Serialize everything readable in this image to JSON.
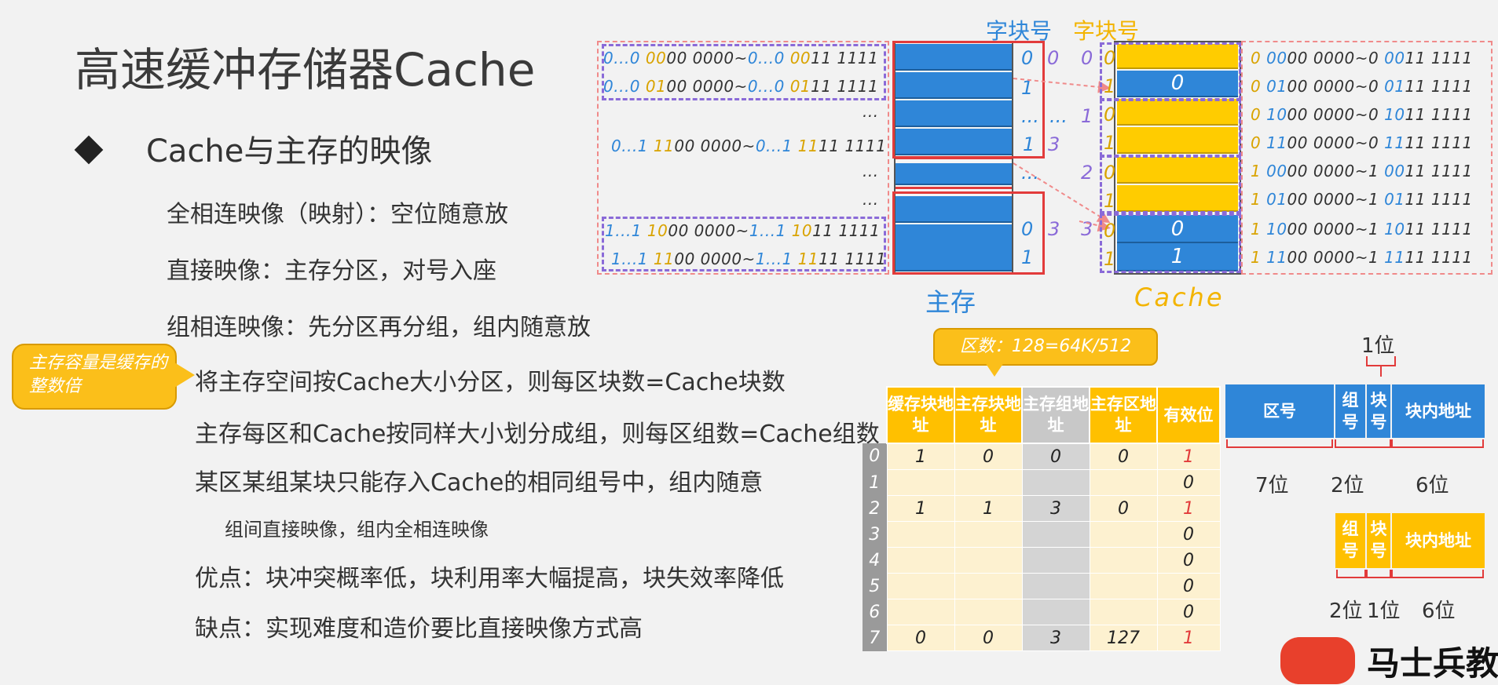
{
  "title": "高速缓冲存储器Cache",
  "bullet": "Cache与主存的映像",
  "lines": {
    "l1": "全相连映像（映射）：空位随意放",
    "l2": "直接映像：主存分区，对号入座",
    "l3": "组相连映像：先分区再分组，组内随意放",
    "l4": "将主存空间按Cache大小分区，则每区块数=Cache块数",
    "l5": "主存每区和Cache按同样大小划分成组，则每区组数=Cache组数",
    "l6": "某区某组某块只能存入Cache的相同组号中，组内随意",
    "l7": "组间直接映像，组内全相连映像",
    "l8": "优点：块冲突概率低，块利用率大幅提高，块失效率降低",
    "l9": "缺点：实现难度和造价要比直接映像方式高"
  },
  "callout": "主存容量是缓存的整数倍",
  "diagram": {
    "label_block_no_1": "字块号",
    "label_block_no_2": "字块号",
    "main_label": "主存",
    "cache_label": "Cache",
    "mem_addr": [
      {
        "a1": "0...0 ",
        "a2": "00",
        "a3": "00 0000~",
        "a4": "0...0 ",
        "a5": "00",
        "a6": "11 1111"
      },
      {
        "a1": "0...0 ",
        "a2": "01",
        "a3": "00 0000~",
        "a4": "0...0 ",
        "a5": "01",
        "a6": "11 1111"
      },
      {
        "a1": "0...1 ",
        "a2": "11",
        "a3": "00 0000~",
        "a4": "0...1 ",
        "a5": "11",
        "a6": "11 1111"
      },
      {
        "a1": "1...1 ",
        "a2": "10",
        "a3": "00 0000~",
        "a4": "1...1 ",
        "a5": "10",
        "a6": "11 1111"
      },
      {
        "a1": "1...1 ",
        "a2": "11",
        "a3": "00 0000~",
        "a4": "1...1 ",
        "a5": "11",
        "a6": "11 1111"
      }
    ],
    "dots": "...",
    "mem_block_idx": [
      "0",
      "1",
      "1",
      "0",
      "1"
    ],
    "mem_group_idx": [
      "0",
      "3",
      "3"
    ],
    "cache_group_idx": [
      "0",
      "1",
      "2",
      "3"
    ],
    "cache_block_idx": [
      "0",
      "1",
      "0",
      "1",
      "0",
      "1",
      "0",
      "1"
    ],
    "cache_block_vals": [
      "0",
      "0",
      "1"
    ],
    "cache_addr": [
      {
        "a1": "0 ",
        "a2": "00",
        "a3": "00 0000~0 ",
        "a4": "00",
        "a5": "11 1111"
      },
      {
        "a1": "0 ",
        "a2": "01",
        "a3": "00 0000~0 ",
        "a4": "01",
        "a5": "11 1111"
      },
      {
        "a1": "0 ",
        "a2": "10",
        "a3": "00 0000~0 ",
        "a4": "10",
        "a5": "11 1111"
      },
      {
        "a1": "0 ",
        "a2": "11",
        "a3": "00 0000~0 ",
        "a4": "11",
        "a5": "11 1111"
      },
      {
        "a1": "1 ",
        "a2": "00",
        "a3": "00 0000~1 ",
        "a4": "00",
        "a5": "11 1111"
      },
      {
        "a1": "1 ",
        "a2": "01",
        "a3": "00 0000~1 ",
        "a4": "01",
        "a5": "11 1111"
      },
      {
        "a1": "1 ",
        "a2": "10",
        "a3": "00 0000~1 ",
        "a4": "10",
        "a5": "11 1111"
      },
      {
        "a1": "1 ",
        "a2": "11",
        "a3": "00 0000~1 ",
        "a4": "11",
        "a5": "11 1111"
      }
    ]
  },
  "zone_count": "区数：128=64K/512",
  "table": {
    "headers": [
      "缓存块地址",
      "主存块地址",
      "主存组地址",
      "主存区地址",
      "有效位"
    ],
    "rows": [
      {
        "idx": "0",
        "c1": "1",
        "c2": "0",
        "c3": "0",
        "c4": "0",
        "v": "1"
      },
      {
        "idx": "1",
        "c1": "",
        "c2": "",
        "c3": "",
        "c4": "",
        "v": "0"
      },
      {
        "idx": "2",
        "c1": "1",
        "c2": "1",
        "c3": "3",
        "c4": "0",
        "v": "1"
      },
      {
        "idx": "3",
        "c1": "",
        "c2": "",
        "c3": "",
        "c4": "",
        "v": "0"
      },
      {
        "idx": "4",
        "c1": "",
        "c2": "",
        "c3": "",
        "c4": "",
        "v": "0"
      },
      {
        "idx": "5",
        "c1": "",
        "c2": "",
        "c3": "",
        "c4": "",
        "v": "0"
      },
      {
        "idx": "6",
        "c1": "",
        "c2": "",
        "c3": "",
        "c4": "",
        "v": "0"
      },
      {
        "idx": "7",
        "c1": "0",
        "c2": "0",
        "c3": "3",
        "c4": "127",
        "v": "1"
      }
    ]
  },
  "format_main": {
    "fields": [
      "区号",
      "组号",
      "块号",
      "块内地址"
    ],
    "bits": [
      "7位",
      "2位",
      "6位"
    ],
    "top_bit": "1位"
  },
  "format_cache": {
    "fields": [
      "组号",
      "块号",
      "块内地址"
    ],
    "bits": [
      "2位",
      "1位",
      "6位"
    ]
  },
  "logo_text": "马士兵教育"
}
